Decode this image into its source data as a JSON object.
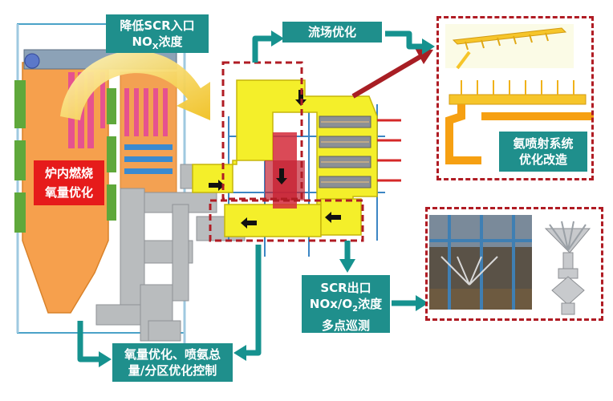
{
  "labels": {
    "scr_inlet_nox": {
      "line1": "降低SCR入口",
      "line2_prefix": "NO",
      "line2_sub": "X",
      "line2_suffix": "浓度"
    },
    "flow_optimization": "流场优化",
    "furnace_oxygen": {
      "line1": "炉内燃烧",
      "line2": "氧量优化"
    },
    "ammonia_injection": {
      "line1": "氨喷射系统",
      "line2": "优化改造"
    },
    "scr_outlet": {
      "line1": "SCR出口",
      "line2_prefix": "NOx/O",
      "line2_sub": "2",
      "line2_suffix": "浓度",
      "line3": "多点巡测"
    },
    "zone_control": {
      "line1": "氧量优化、喷氨总",
      "line2": "量/分区优化控制"
    }
  },
  "colors": {
    "teal_label": "#1f8f8c",
    "teal_arrow": "#16928f",
    "dash_red": "#b01c24",
    "furnace_orange": "#f6a04d",
    "highlight_red": "#e61b1b",
    "duct_yellow": "#f4ef2a",
    "duct_gray": "#b9bcbe"
  }
}
